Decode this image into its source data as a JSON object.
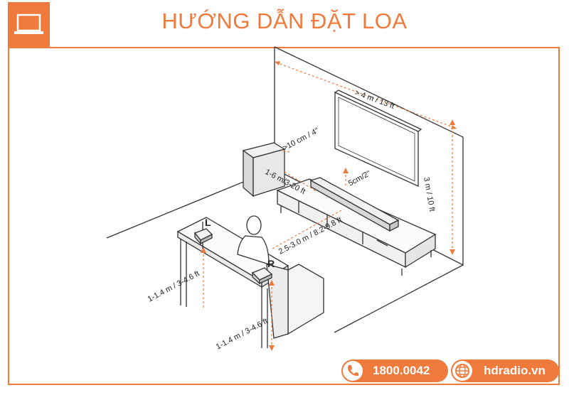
{
  "title": "HƯỚNG DẪN ĐẶT LOA",
  "colors": {
    "accent": "#f07a3c",
    "line": "#333333",
    "dimension": "#f07a3c"
  },
  "icons": {
    "logo": "laptop-icon",
    "hotline": "phone-icon",
    "website": "globe-icon"
  },
  "diagram": {
    "labels": {
      "tv_width": "> 4 m / 13 ft",
      "wall_height": "3 m / 10 ft",
      "sub_gap": ">10 cm / 4\"",
      "sub_distance": "1-6 m/3-20 ft",
      "bar_gap": "5cm/2\"",
      "listening_distance": "2.5-3.0 m / 8.2-9.8 ft",
      "left_height": "1-1.4 m / 3-4.6 ft",
      "right_height": "1-1.4 m / 3-4.6 ft",
      "left_marker": "L",
      "right_marker": "R"
    }
  },
  "footer": {
    "hotline": "1800.0042",
    "website": "hdradio.vn"
  }
}
